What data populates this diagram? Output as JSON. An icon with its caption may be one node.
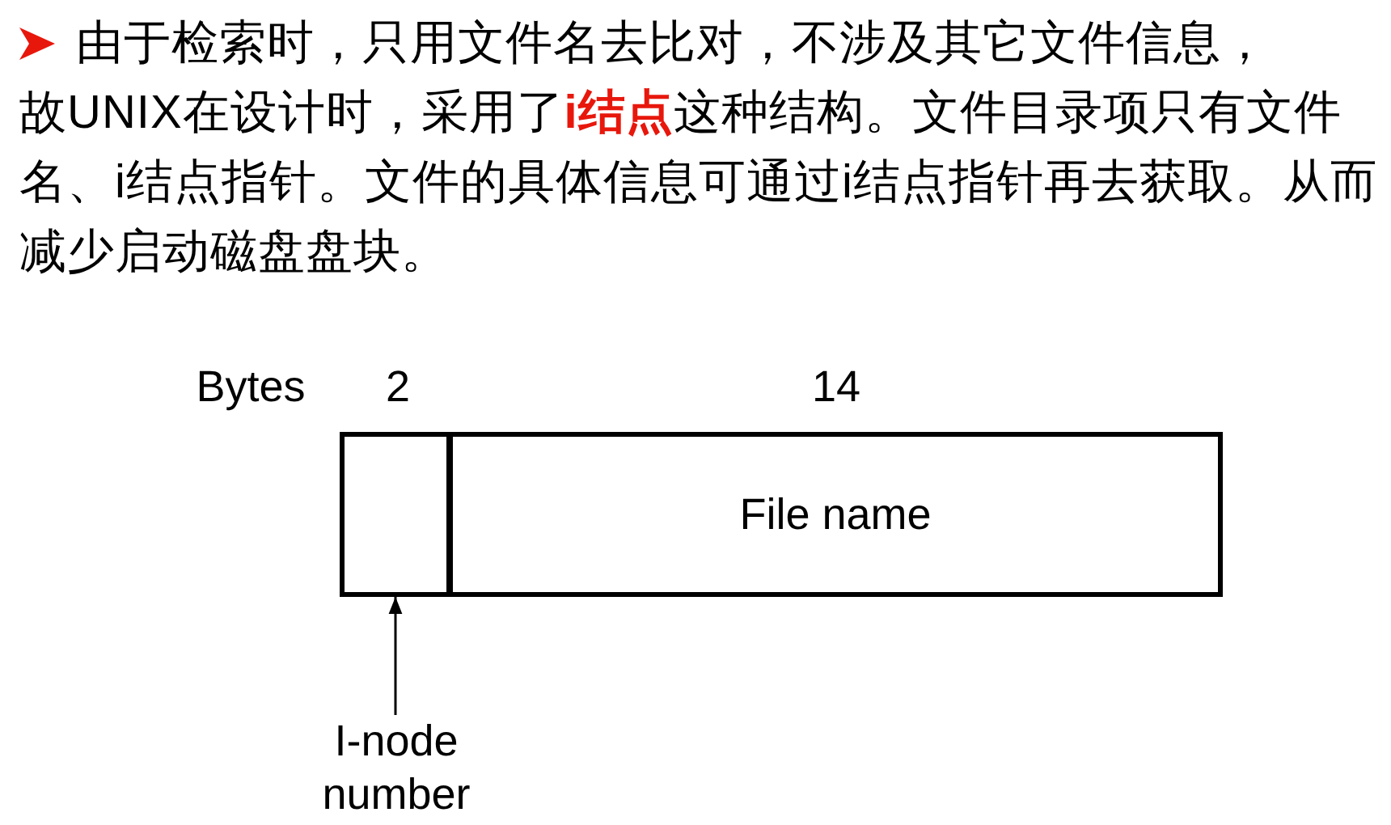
{
  "diagram": {
    "nodes": [
      {
        "text": [],
        "shape": "box"
      },
      {
        "text": [
          "File name"
        ]
      },
      {
        "text": [
          "I-node number"
        ]
      }
    ],
    "edges": [
      {
        "from": 2,
        "to": 0,
        "arrow": "to"
      }
    ],
    "labels": [
      "由于检索时，只用文件名去比对，不涉及其它文件信息，",
      "故UNIX在设计时，采用了**i结点**这种结构。文件目录项只有文件名、i结点指针。文件的具体信息可通过i结点指针再去获取。从而减少启动磁盘盘块。",
      "Bytes",
      "2",
      "14"
    ]
  }
}
